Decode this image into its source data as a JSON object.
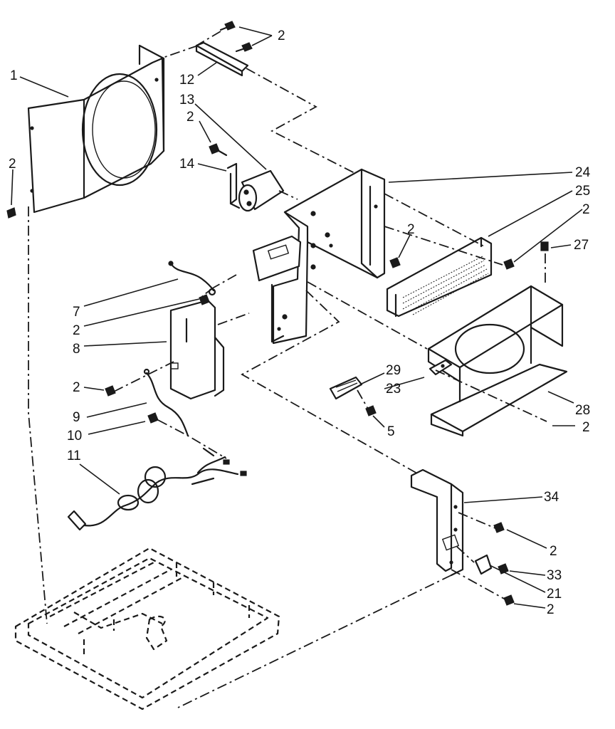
{
  "diagram": {
    "callouts": {
      "c1": "1",
      "c2_top": "2",
      "c2_left": "2",
      "c2_cap": "2",
      "c2_mid": "2",
      "c2_right": "2",
      "c2_8": "2",
      "c2_7": "2",
      "c2_base": "2",
      "c2_34a": "2",
      "c2_34b": "2",
      "c5": "5",
      "c7": "7",
      "c8": "8",
      "c9": "9",
      "c10": "10",
      "c11": "11",
      "c12": "12",
      "c13": "13",
      "c14": "14",
      "c21": "21",
      "c23": "23",
      "c24": "24",
      "c25": "25",
      "c27": "27",
      "c28": "28",
      "c29": "29",
      "c33": "33",
      "c34": "34"
    }
  }
}
